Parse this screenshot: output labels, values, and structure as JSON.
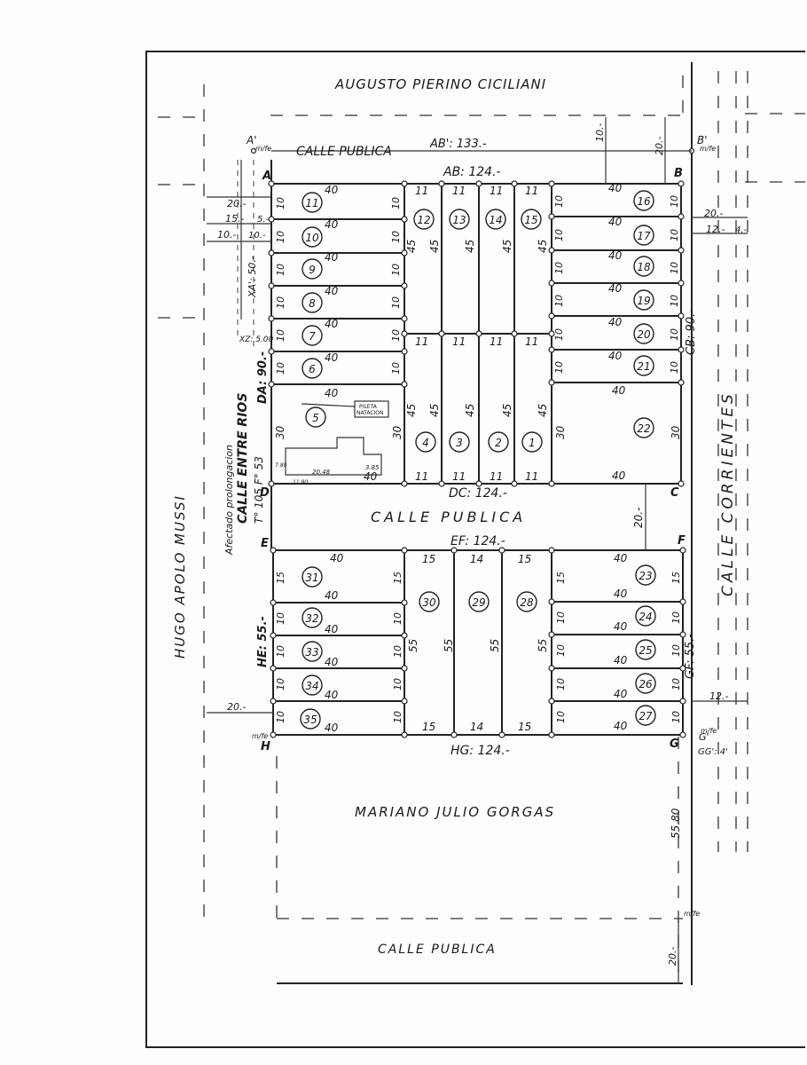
{
  "neighbors": {
    "north": "AUGUSTO PIERINO CICILIANI",
    "west": "HUGO APOLO MUSSI",
    "south": "MARIANO JULIO GORGAS"
  },
  "streets": {
    "north_top": "CALLE PUBLICA",
    "middle": "CALLE PUBLICA",
    "south": "CALLE PUBLICA",
    "east": "CALLE CORRIENTES",
    "west_note_1": "Afectado prolongacion",
    "west_note_2": "CALLE ENTRE RIOS",
    "west_note_3": "T° 105  F° 53"
  },
  "measures": {
    "ab_prime": "AB': 133.-",
    "ab": "AB: 124.-",
    "dc": "DC: 124.-",
    "ef": "EF: 124.-",
    "hg": "HG: 124.-",
    "da": "DA: 90.-",
    "cb": "CB: 90.-",
    "he": "HE: 55.-",
    "gf": "GF: 55.-",
    "gg_prime": "GG': 4'",
    "xa": "XA': 50.-",
    "xz": "XZ: 5.00",
    "south_len": "55.80",
    "street_w": "20.-",
    "w_20": "20.-",
    "w_15": "15.-",
    "w_10": "10.-",
    "w_5": "5.-",
    "w_12": "12.-",
    "w_4": "4.-",
    "w_10b": "10.-",
    "w_20b": "20.-"
  },
  "points": {
    "A": "A",
    "B": "B",
    "C": "C",
    "D": "D",
    "E": "E",
    "F": "F",
    "G": "G",
    "H": "H",
    "A_prime": "A'",
    "B_prime": "B'",
    "G_prime": "G'",
    "mfe": "m/fe"
  },
  "pool": {
    "label_1": "PILETA",
    "label_2": "NATACION"
  },
  "house_dims": {
    "d1": "20.48",
    "d2": "3.85",
    "d3": "7.80",
    "d4": "11.90"
  },
  "lots": {
    "l1": "1",
    "l2": "2",
    "l3": "3",
    "l4": "4",
    "l5": "5",
    "l6": "6",
    "l7": "7",
    "l8": "8",
    "l9": "9",
    "l10": "10",
    "l11": "11",
    "l12": "12",
    "l13": "13",
    "l14": "14",
    "l15": "15",
    "l16": "16",
    "l17": "17",
    "l18": "18",
    "l19": "19",
    "l20": "20",
    "l21": "21",
    "l22": "22",
    "l23": "23",
    "l24": "24",
    "l25": "25",
    "l26": "26",
    "l27": "27",
    "l28": "28",
    "l29": "29",
    "l30": "30",
    "l31": "31",
    "l32": "32",
    "l33": "33",
    "l34": "34",
    "l35": "35"
  },
  "dims": {
    "d40": "40",
    "d10": "10",
    "d11": "11",
    "d45": "45",
    "d30": "30",
    "d15": "15",
    "d14": "14",
    "d55": "55"
  }
}
